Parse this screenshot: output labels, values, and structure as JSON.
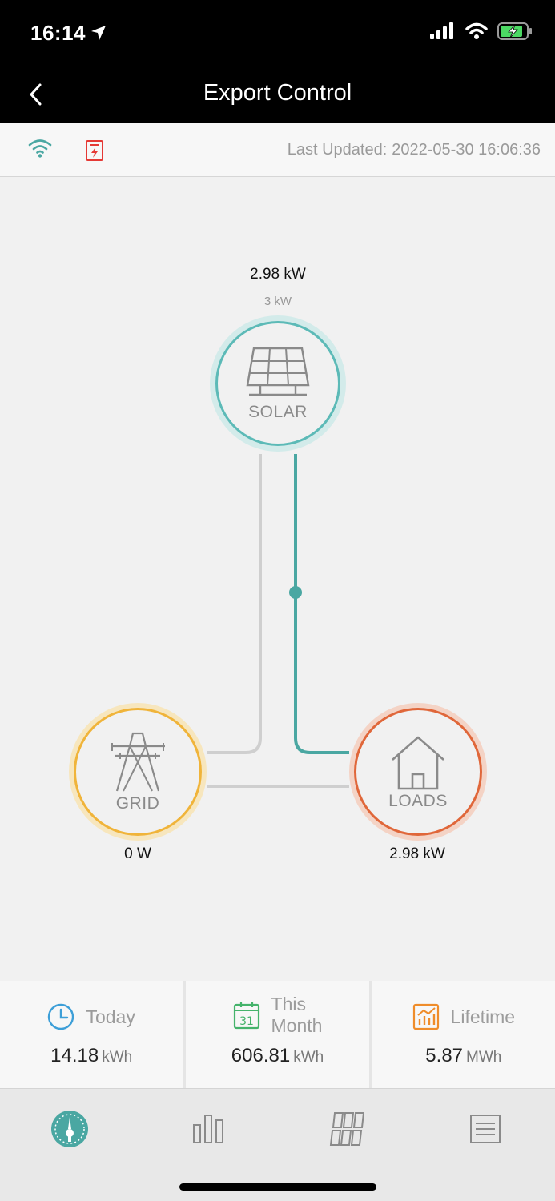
{
  "status_bar": {
    "time": "16:14"
  },
  "header": {
    "title": "Export Control"
  },
  "info": {
    "last_updated_label": "Last Updated:",
    "last_updated_value": "2022-05-30 16:06:36"
  },
  "flow": {
    "solar": {
      "label": "SOLAR",
      "power": "2.98 kW",
      "capacity": "3 kW"
    },
    "grid": {
      "label": "GRID",
      "power": "0 W"
    },
    "loads": {
      "label": "LOADS",
      "power": "2.98 kW"
    }
  },
  "stats": [
    {
      "label": "Today",
      "value": "14.18",
      "unit": "kWh"
    },
    {
      "label": "This Month",
      "label_line1": "This",
      "label_line2": "Month",
      "calendar_day": "31",
      "value": "606.81",
      "unit": "kWh"
    },
    {
      "label": "Lifetime",
      "value": "5.87",
      "unit": "MWh"
    }
  ],
  "tabs": [
    {
      "icon": "gauge-icon"
    },
    {
      "icon": "bar-chart-icon"
    },
    {
      "icon": "solar-panel-grid-icon"
    },
    {
      "icon": "list-icon"
    }
  ],
  "colors": {
    "solar": "#5cbab7",
    "grid": "#f0b43a",
    "loads": "#e0673a",
    "line_inactive": "#cfcfcf",
    "accent": "#4aa7a2"
  }
}
